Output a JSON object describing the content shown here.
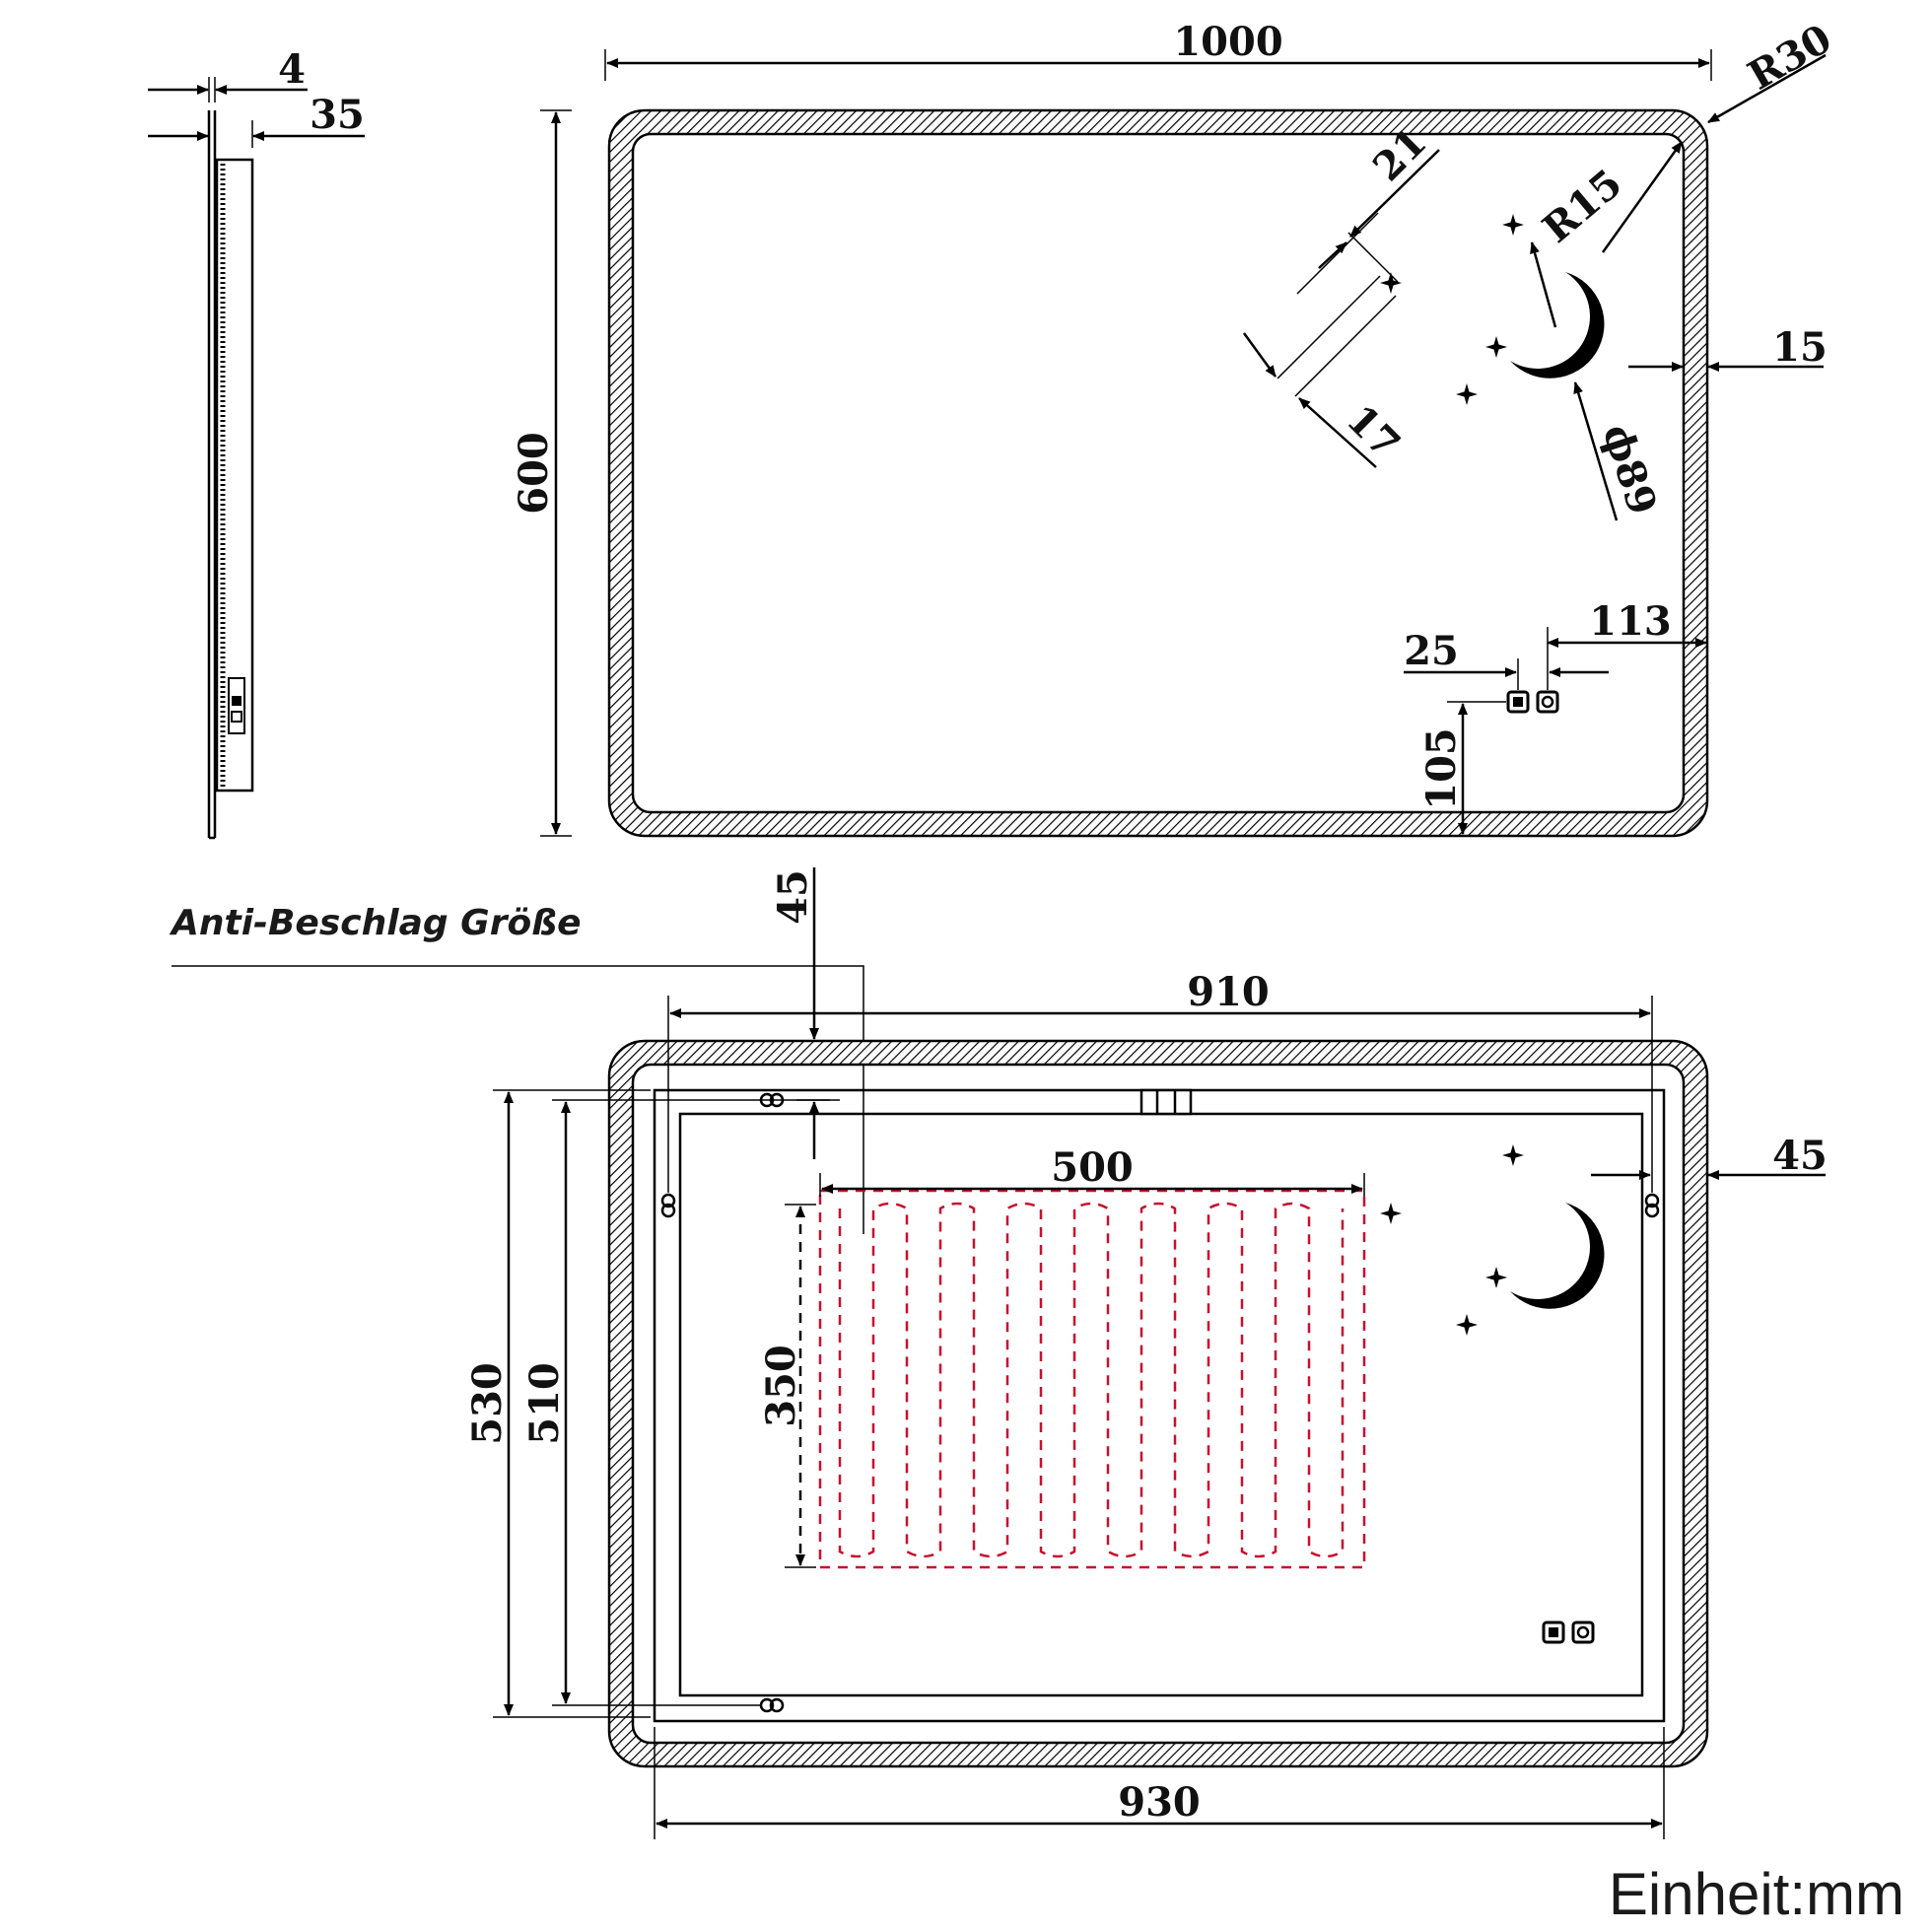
{
  "section_title": "Anti-Beschlag Größe",
  "unit_label": "Einheit:mm",
  "side_view": {
    "glass_thickness": "4",
    "depth": "35"
  },
  "front_view": {
    "width": "1000",
    "height": "600",
    "outer_radius": "R30",
    "inner_radius": "R15",
    "frame_band": "15",
    "star_size": "21",
    "star_spacing": "17",
    "moon_diameter": "ϕ89",
    "switch_offset_right": "113",
    "switch_spacing": "25",
    "switch_offset_bottom": "105"
  },
  "back_view": {
    "hanger_span": "910",
    "hanger_offset_top": "45",
    "hanger_offset_right": "45",
    "heater_width": "500",
    "heater_height": "350",
    "frame_height_outer": "530",
    "frame_height_inner": "510",
    "frame_width": "930"
  },
  "colors": {
    "line": "#000000",
    "heating_pad": "#c8102e",
    "hatch": "#000000"
  }
}
